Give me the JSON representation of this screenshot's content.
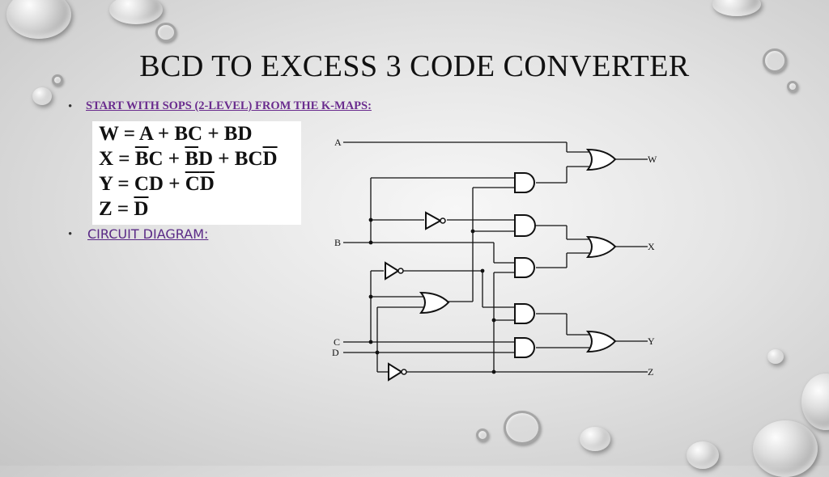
{
  "slide": {
    "title": "BCD TO EXCESS 3 CODE CONVERTER",
    "bullet1": "START WITH SOPS (2-LEVEL) FROM THE K-MAPS:",
    "bullet2": "CIRCUIT DIAGRAM:",
    "bullet_glyph": "•"
  },
  "equations": {
    "w": {
      "lhs": "W = A + BC + BD"
    },
    "x": {
      "p1": "X = ",
      "p2": "B",
      "p3": "C + ",
      "p4": "B",
      "p5": "D + BC",
      "p6": "D"
    },
    "y": {
      "p1": "Y = CD + ",
      "p2": "C",
      "p3": "D"
    },
    "z": {
      "p1": "Z = ",
      "p2": "D"
    }
  },
  "circuit": {
    "inputs": [
      "A",
      "B",
      "C",
      "D"
    ],
    "outputs": [
      "W",
      "X",
      "Y",
      "Z"
    ]
  }
}
